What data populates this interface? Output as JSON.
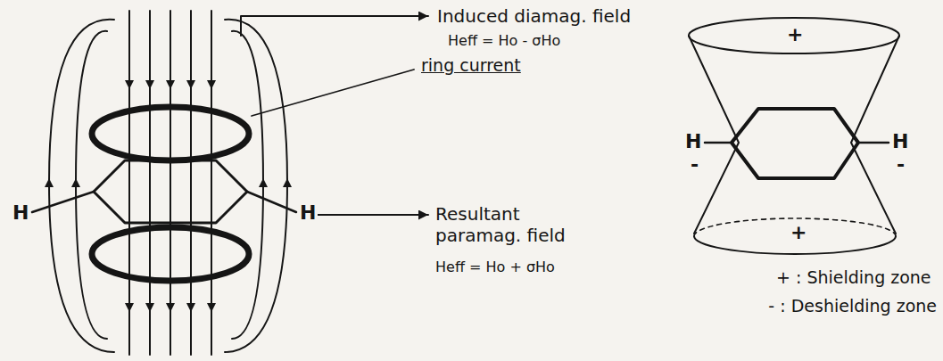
{
  "diagram": {
    "labels": [
      "H",
      "H",
      "Induced diamag. field",
      "Heff = Ho - σHo",
      "ring current",
      "Resultant paramag. field",
      "Heff = Ho + σHo",
      "+",
      "+",
      "H",
      "-",
      "H",
      "-"
    ],
    "legend": [
      {
        "text": "+ : Shielding zone"
      },
      {
        "text": "- : Deshielding zone"
      }
    ]
  }
}
